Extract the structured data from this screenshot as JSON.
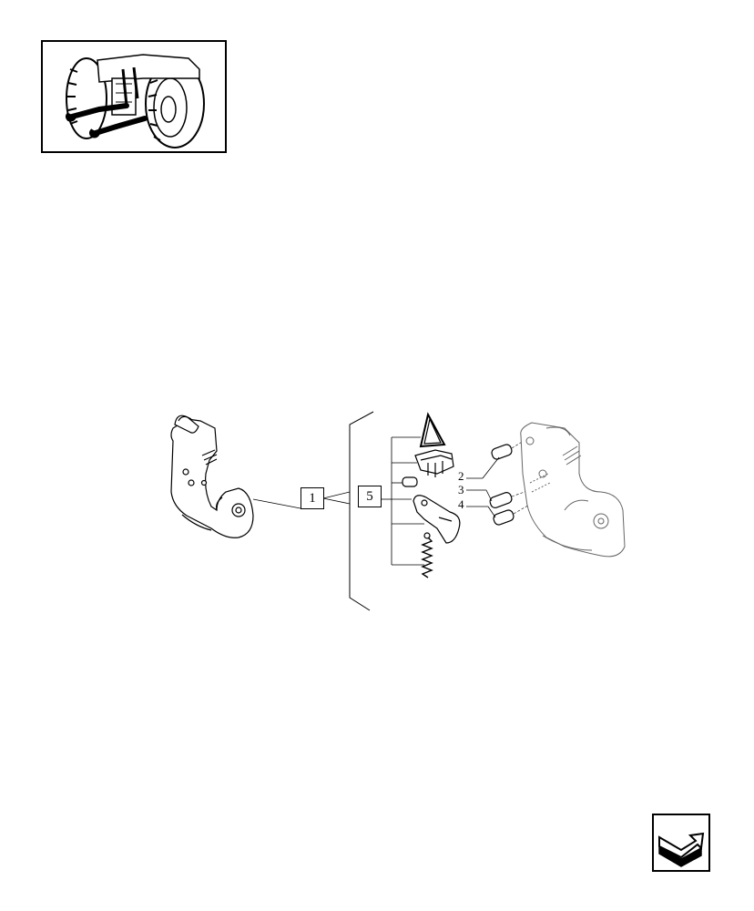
{
  "thumbnail": {
    "icon": "tractor-rear-hitch-icon"
  },
  "callouts": {
    "assembly": "1",
    "subassembly": "5",
    "part2": "2",
    "part3": "3",
    "part4": "4"
  },
  "nav": {
    "icon": "next-page-arrow-icon"
  }
}
